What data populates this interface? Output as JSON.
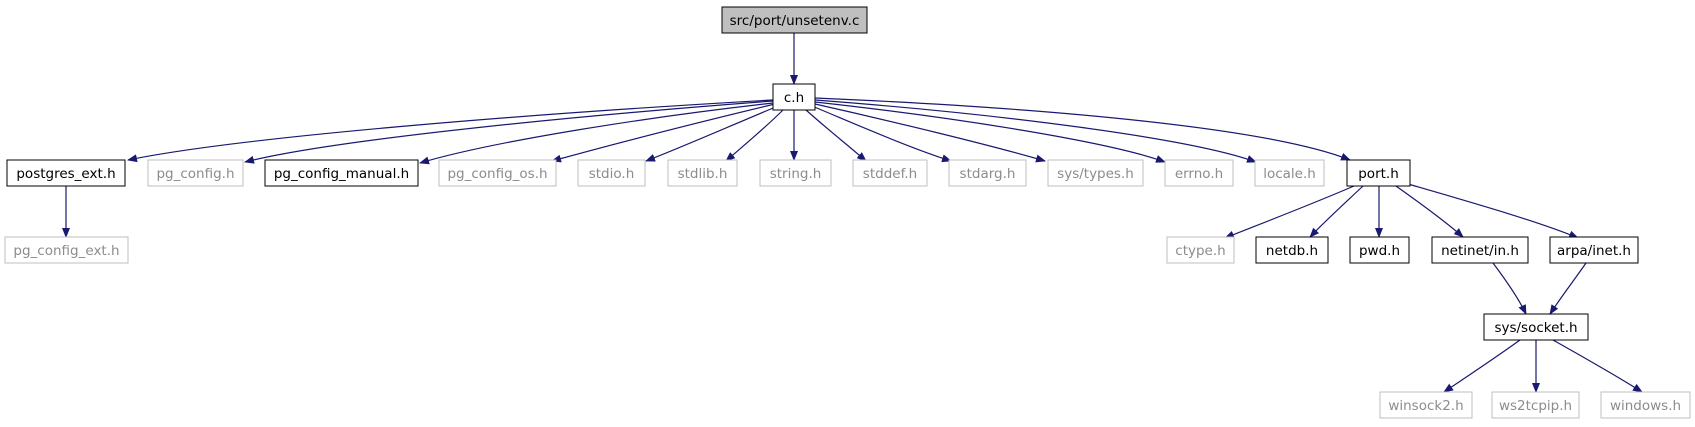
{
  "graph": {
    "colors": {
      "edge": "#191970",
      "root_fill": "#bfbfbf",
      "root_stroke": "#000000",
      "solid_stroke": "#000000",
      "dim_stroke": "#bfbfbf",
      "dim_text": "#8c8c8c",
      "text": "#000000"
    },
    "nodes": [
      {
        "id": "unsetenv",
        "label": "src/port/unsetenv.c",
        "style": "root"
      },
      {
        "id": "c_h",
        "label": "c.h",
        "style": "solid"
      },
      {
        "id": "postgres_ext",
        "label": "postgres_ext.h",
        "style": "solid"
      },
      {
        "id": "pg_config",
        "label": "pg_config.h",
        "style": "dim"
      },
      {
        "id": "pg_config_manual",
        "label": "pg_config_manual.h",
        "style": "solid"
      },
      {
        "id": "pg_config_os",
        "label": "pg_config_os.h",
        "style": "dim"
      },
      {
        "id": "stdio",
        "label": "stdio.h",
        "style": "dim"
      },
      {
        "id": "stdlib",
        "label": "stdlib.h",
        "style": "dim"
      },
      {
        "id": "string",
        "label": "string.h",
        "style": "dim"
      },
      {
        "id": "stddef",
        "label": "stddef.h",
        "style": "dim"
      },
      {
        "id": "stdarg",
        "label": "stdarg.h",
        "style": "dim"
      },
      {
        "id": "sys_types",
        "label": "sys/types.h",
        "style": "dim"
      },
      {
        "id": "errno",
        "label": "errno.h",
        "style": "dim"
      },
      {
        "id": "locale",
        "label": "locale.h",
        "style": "dim"
      },
      {
        "id": "port",
        "label": "port.h",
        "style": "solid"
      },
      {
        "id": "pg_config_ext",
        "label": "pg_config_ext.h",
        "style": "dim"
      },
      {
        "id": "ctype",
        "label": "ctype.h",
        "style": "dim"
      },
      {
        "id": "netdb",
        "label": "netdb.h",
        "style": "solid"
      },
      {
        "id": "pwd",
        "label": "pwd.h",
        "style": "solid"
      },
      {
        "id": "netinet_in",
        "label": "netinet/in.h",
        "style": "solid"
      },
      {
        "id": "arpa_inet",
        "label": "arpa/inet.h",
        "style": "solid"
      },
      {
        "id": "sys_socket",
        "label": "sys/socket.h",
        "style": "solid"
      },
      {
        "id": "winsock2",
        "label": "winsock2.h",
        "style": "dim"
      },
      {
        "id": "ws2tcpip",
        "label": "ws2tcpip.h",
        "style": "dim"
      },
      {
        "id": "windows",
        "label": "windows.h",
        "style": "dim"
      }
    ],
    "edges": [
      [
        "unsetenv",
        "c_h"
      ],
      [
        "c_h",
        "postgres_ext"
      ],
      [
        "c_h",
        "pg_config"
      ],
      [
        "c_h",
        "pg_config_manual"
      ],
      [
        "c_h",
        "pg_config_os"
      ],
      [
        "c_h",
        "stdio"
      ],
      [
        "c_h",
        "stdlib"
      ],
      [
        "c_h",
        "string"
      ],
      [
        "c_h",
        "stddef"
      ],
      [
        "c_h",
        "stdarg"
      ],
      [
        "c_h",
        "sys_types"
      ],
      [
        "c_h",
        "errno"
      ],
      [
        "c_h",
        "locale"
      ],
      [
        "c_h",
        "port"
      ],
      [
        "postgres_ext",
        "pg_config_ext"
      ],
      [
        "port",
        "ctype"
      ],
      [
        "port",
        "netdb"
      ],
      [
        "port",
        "pwd"
      ],
      [
        "port",
        "netinet_in"
      ],
      [
        "port",
        "arpa_inet"
      ],
      [
        "netinet_in",
        "sys_socket"
      ],
      [
        "arpa_inet",
        "sys_socket"
      ],
      [
        "sys_socket",
        "winsock2"
      ],
      [
        "sys_socket",
        "ws2tcpip"
      ],
      [
        "sys_socket",
        "windows"
      ]
    ]
  }
}
